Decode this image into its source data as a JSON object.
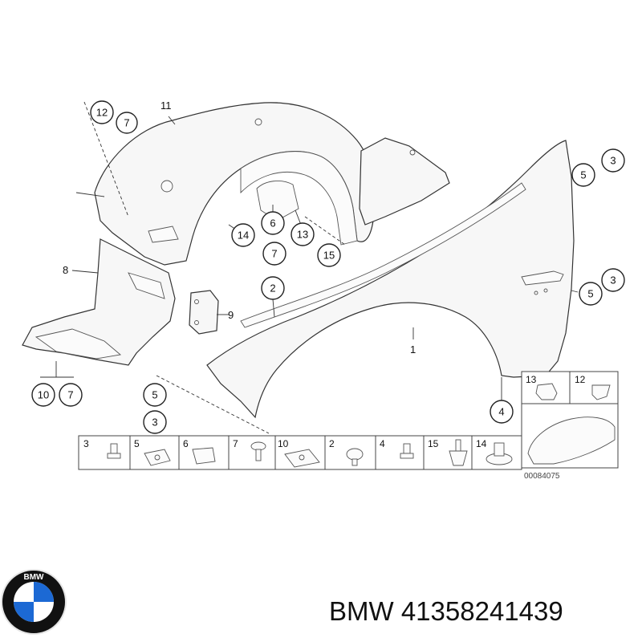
{
  "caption": {
    "brand": "BMW",
    "part_number": "41358241439"
  },
  "logo": {
    "text": "BMW",
    "colors": {
      "blue": "#1c69d4",
      "white": "#ffffff",
      "black": "#111111",
      "ring": "#e5e5e5"
    }
  },
  "diagram": {
    "reference_code": "00084075",
    "callouts": {
      "c12_top": "12",
      "c7_top": "7",
      "c11": "11",
      "c6": "6",
      "c13": "13",
      "c14": "14",
      "c7_mid": "7",
      "c15": "15",
      "c8": "8",
      "c9": "9",
      "c2": "2",
      "c1": "1",
      "c5_r1": "5",
      "c3_r1": "3",
      "c5_r2": "5",
      "c3_r2": "3",
      "c10": "10",
      "c7_low": "7",
      "c5_low": "5",
      "c3_low": "3",
      "c4": "4"
    },
    "parts_strip": [
      "3",
      "5",
      "6",
      "7",
      "10",
      "2",
      "4",
      "15",
      "14"
    ],
    "clip_box": [
      "13",
      "12"
    ]
  }
}
